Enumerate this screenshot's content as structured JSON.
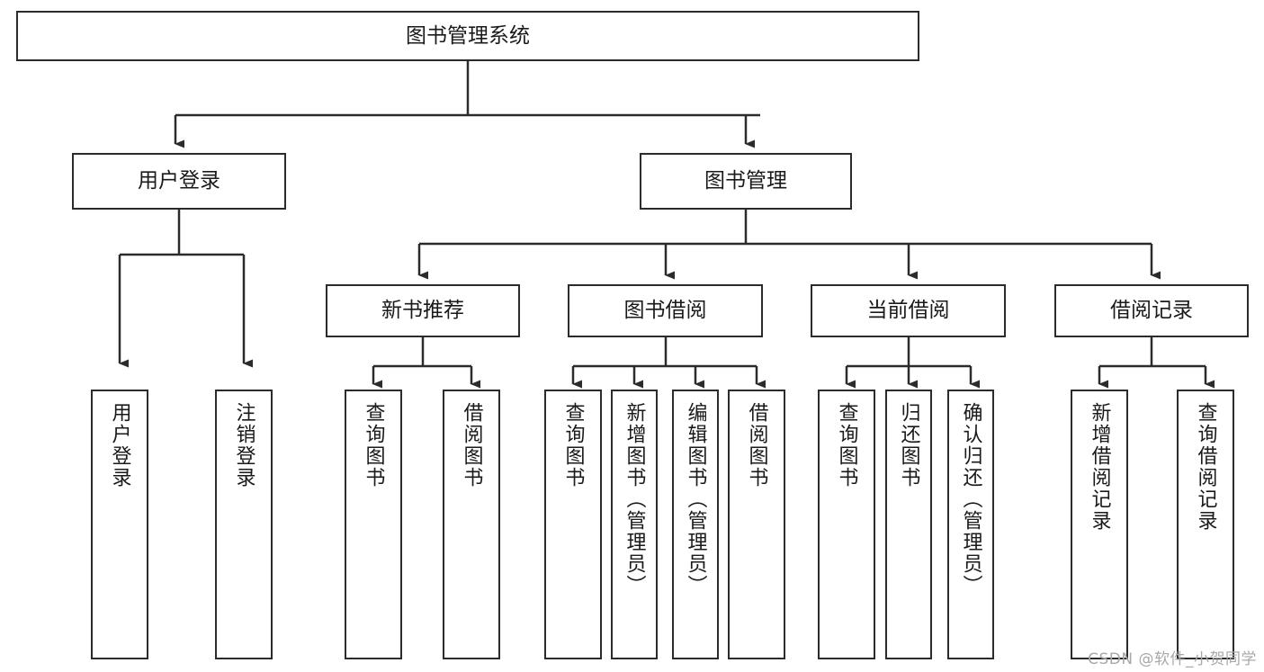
{
  "diagram": {
    "title": "图书管理系统",
    "type": "functional-structure-tree",
    "background_color": "#ffffff",
    "line_color": "#2b2b2b",
    "text_color": "#1a1a1a"
  },
  "root": {
    "label": "图书管理系统"
  },
  "level2": [
    {
      "label": "用户登录"
    },
    {
      "label": "图书管理"
    }
  ],
  "level3": [
    {
      "label": "新书推荐"
    },
    {
      "label": "图书借阅"
    },
    {
      "label": "当前借阅"
    },
    {
      "label": "借阅记录"
    }
  ],
  "leaves": [
    {
      "label": "用户登录",
      "parent": "用户登录"
    },
    {
      "label": "注销登录",
      "parent": "用户登录"
    },
    {
      "label": "查询图书",
      "parent": "新书推荐"
    },
    {
      "label": "借阅图书",
      "parent": "新书推荐"
    },
    {
      "label": "查询图书",
      "parent": "图书借阅"
    },
    {
      "label": "新增图书（管理员）",
      "parent": "图书借阅"
    },
    {
      "label": "编辑图书（管理员）",
      "parent": "图书借阅"
    },
    {
      "label": "借阅图书",
      "parent": "图书借阅"
    },
    {
      "label": "查询图书",
      "parent": "当前借阅"
    },
    {
      "label": "归还图书",
      "parent": "当前借阅"
    },
    {
      "label": "确认归还（管理员）",
      "parent": "当前借阅"
    },
    {
      "label": "新增借阅记录",
      "parent": "借阅记录"
    },
    {
      "label": "查询借阅记录",
      "parent": "借阅记录"
    }
  ],
  "watermark": {
    "text": "CSDN @软件_小贺同学"
  }
}
